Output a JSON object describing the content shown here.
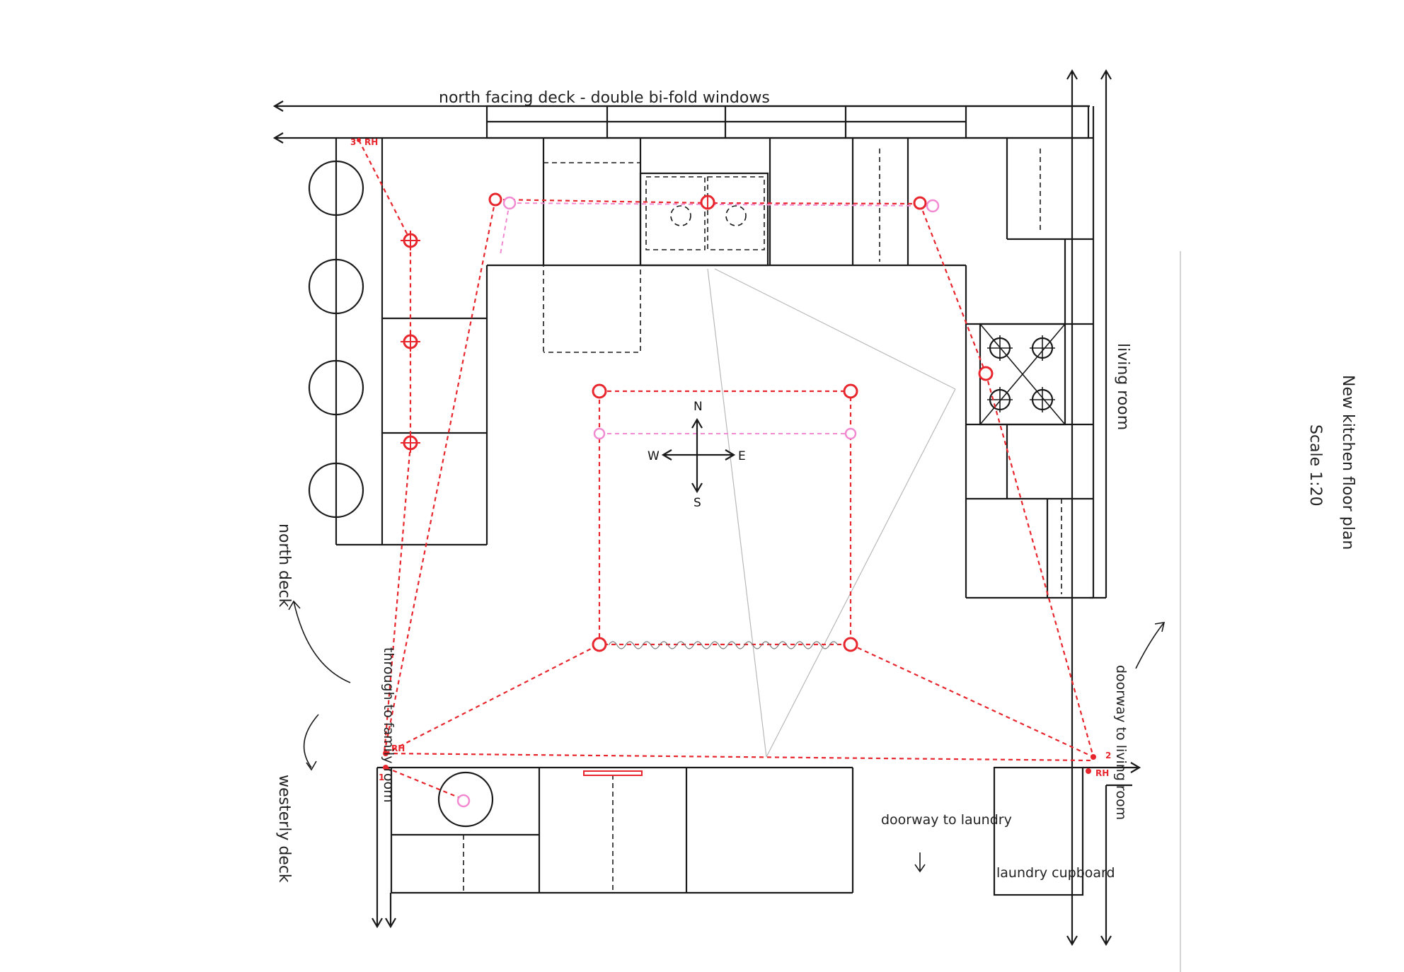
{
  "title": "New kitchen floor plan",
  "scale": "Scale 1:20",
  "labels": {
    "north_facing_deck": "north facing deck  -  double bi-fold windows",
    "living_room": "living room",
    "north_deck": "north deck",
    "through_to_family_room": "through to family room",
    "westerly_deck": "westerly deck",
    "doorway_to_laundry": "doorway to laundry",
    "doorway_to_living_room": "doorway to living room",
    "laundry_cupboard": "laundry cupboard"
  },
  "compass": {
    "n": "N",
    "s": "S",
    "e": "E",
    "w": "W"
  },
  "switch_labels": {
    "rh_top": "RH",
    "rh_mid": "RH",
    "rh_right": "RH",
    "num_3": "3",
    "num_2": "2",
    "num_1": "1"
  },
  "colors": {
    "wiring": "#e8262d",
    "wiring_alt": "#f28ad2",
    "pen": "#1a1a1a"
  }
}
